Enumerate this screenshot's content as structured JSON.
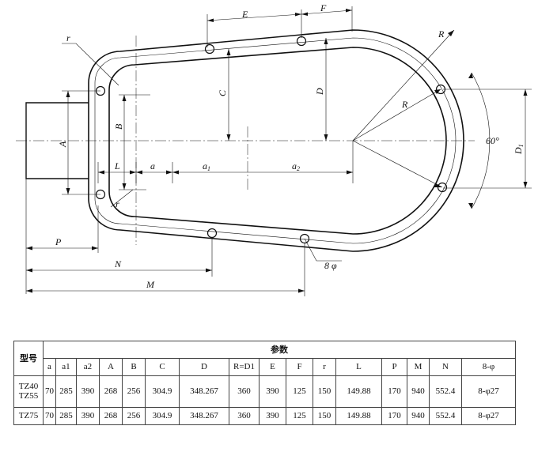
{
  "labels": {
    "E": "E",
    "F": "F",
    "R_top": "R",
    "R_mid": "R",
    "r_top": "r",
    "r_bot": "r",
    "C": "C",
    "D": "D",
    "B": "B",
    "A": "A",
    "L": "L",
    "a": "a",
    "a1": "a",
    "a1_sub": "1",
    "a2": "a",
    "a2_sub": "2",
    "D1": "D",
    "D1_sub": "1",
    "angle": "60°",
    "holes": "8 φ",
    "P": "P",
    "N": "N",
    "M": "M"
  },
  "table": {
    "header_model": "型号",
    "header_params": "参数",
    "columns": [
      "a",
      "a1",
      "a2",
      "A",
      "B",
      "C",
      "D",
      "R=D1",
      "E",
      "F",
      "r",
      "L",
      "P",
      "M",
      "N",
      "8-φ"
    ],
    "rows": [
      {
        "model_lines": [
          "TZ40",
          "TZ55"
        ],
        "values": [
          "70",
          "285",
          "390",
          "268",
          "256",
          "304.9",
          "348.267",
          "360",
          "390",
          "125",
          "150",
          "149.88",
          "170",
          "940",
          "552.4",
          "8-φ27"
        ]
      },
      {
        "model_lines": [
          "TZ75"
        ],
        "values": [
          "70",
          "285",
          "390",
          "268",
          "256",
          "304.9",
          "348.267",
          "360",
          "390",
          "125",
          "150",
          "149.88",
          "170",
          "940",
          "552.4",
          "8-φ27"
        ]
      }
    ]
  }
}
